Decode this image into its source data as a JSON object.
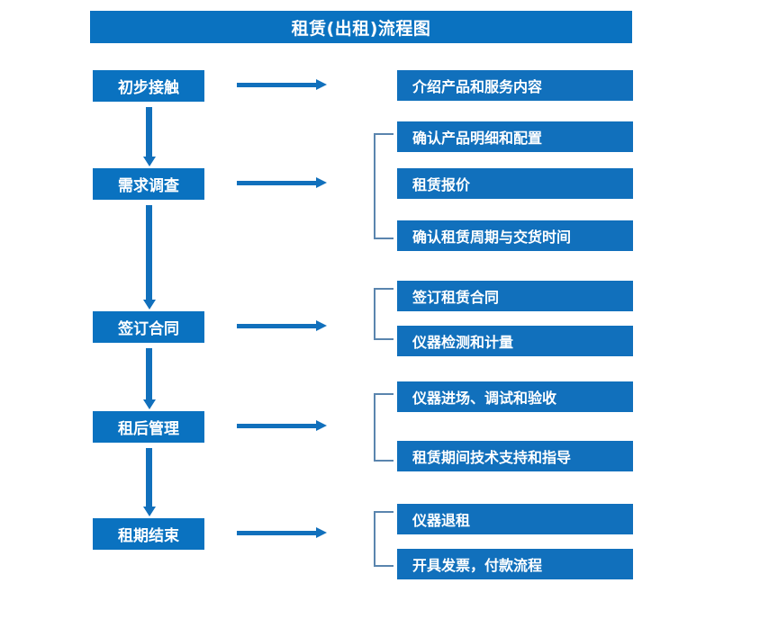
{
  "header": {
    "title": "租赁(出租)流程图"
  },
  "colors": {
    "box_blue": "#0a72c0",
    "detail_blue": "#1170bc",
    "arrow_blue": "#1170bc",
    "bracket_gray_blue": "#5a85ae",
    "box_text": "#ffffff",
    "background": "#ffffff"
  },
  "stages": [
    {
      "label": "初步接触"
    },
    {
      "label": "需求调查"
    },
    {
      "label": "签订合同"
    },
    {
      "label": "租后管理"
    },
    {
      "label": "租期结束"
    }
  ],
  "details": [
    {
      "label": "介绍产品和服务内容"
    },
    {
      "label": "确认产品明细和配置"
    },
    {
      "label": "租赁报价"
    },
    {
      "label": "确认租赁周期与交货时间"
    },
    {
      "label": "签订租赁合同"
    },
    {
      "label": "仪器检测和计量"
    },
    {
      "label": "仪器进场、调试和验收"
    },
    {
      "label": "租赁期间技术支持和指导"
    },
    {
      "label": "仪器退租"
    },
    {
      "label": "开具发票，付款流程"
    }
  ],
  "connectors": {
    "horizontal_arrow_count": 5,
    "vertical_arrow_count": 4,
    "bracket_count": 4
  }
}
